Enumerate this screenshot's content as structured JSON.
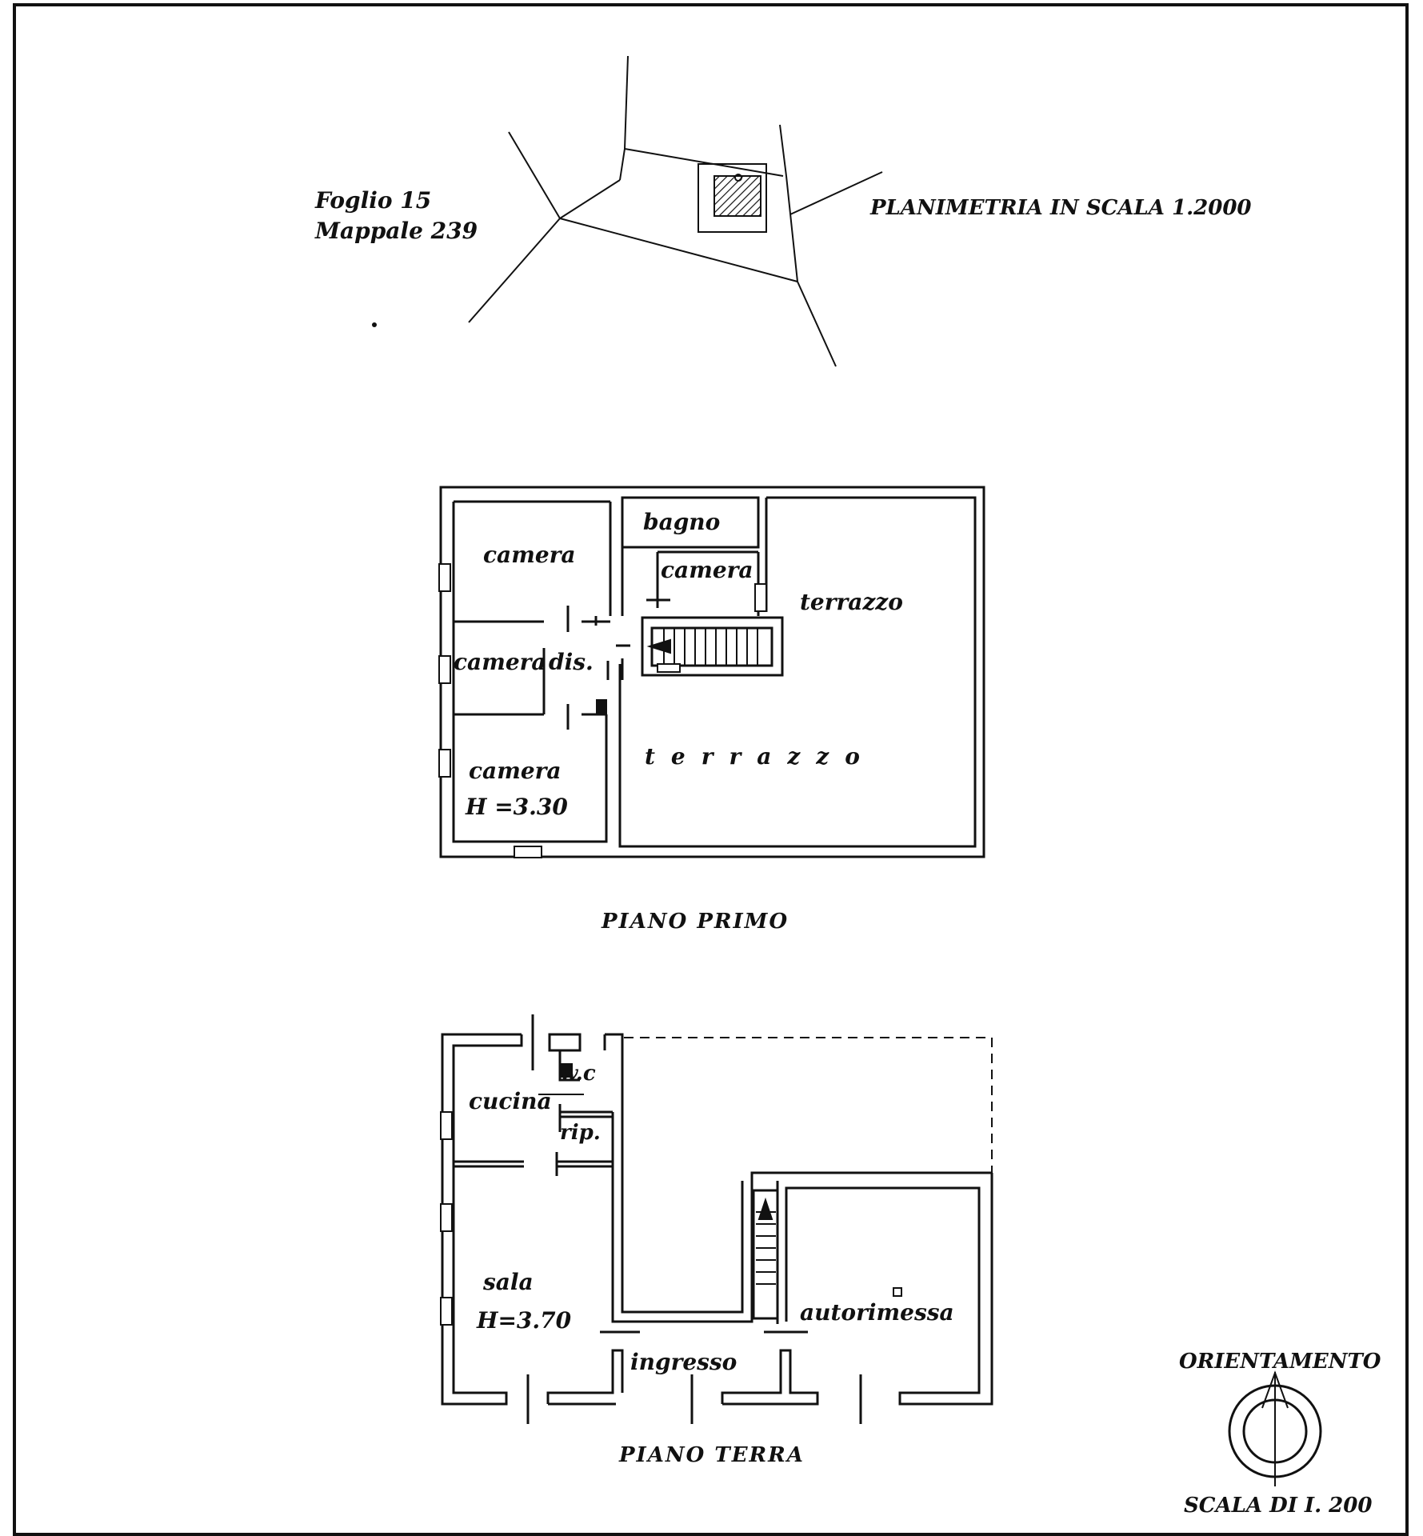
{
  "cadastral": {
    "foglio": "Foglio 15",
    "mappale": "Mappale 239",
    "scale_note": "PLANIMETRIA IN SCALA 1.2000"
  },
  "first_floor": {
    "title": "PIANO PRIMO",
    "rooms": {
      "camera_top": "camera",
      "bagno": "bagno",
      "camera_small": "camera",
      "terrazzo_upper": "terrazzo",
      "camera_mid": "camera",
      "dis": "dis.",
      "camera_low": "camera",
      "height": "H =3.30",
      "terrazzo_main": "terrazzo"
    }
  },
  "ground_floor": {
    "title": "PIANO TERRA",
    "rooms": {
      "wc": "w.c",
      "cucina": "cucina",
      "rip": "rip.",
      "sala": "sala",
      "height": "H=3.70",
      "autorimessa": "autorimessa",
      "ingresso": "ingresso"
    }
  },
  "orientation": {
    "label": "ORIENTAMENTO",
    "scale": "SCALA DI I. 200"
  },
  "colors": {
    "ink": "#111111",
    "paper": "#ffffff"
  }
}
